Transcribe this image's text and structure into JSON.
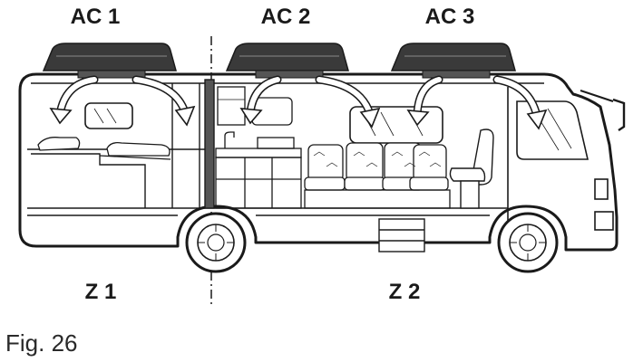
{
  "labels": {
    "ac1": "AC 1",
    "ac2": "AC 2",
    "ac3": "AC 3",
    "z1": "Z 1",
    "z2": "Z 2"
  },
  "caption": "Fig. 26",
  "colors": {
    "line": "#1a1a1a",
    "ac_unit": "#3a3a3a",
    "background": "#ffffff",
    "arrow_fill": "#ffffff"
  },
  "icons": [
    "ac-unit-icon",
    "airflow-arrow-icon",
    "wheel-icon",
    "seat-icon",
    "steps-icon"
  ]
}
